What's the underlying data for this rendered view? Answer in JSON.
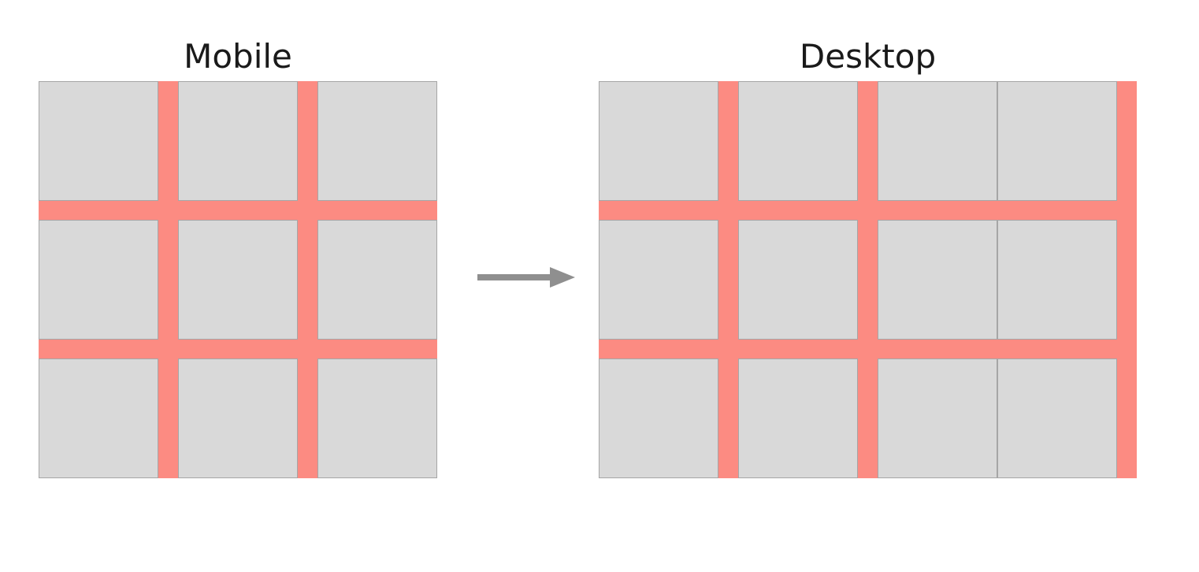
{
  "mobile": {
    "title": "Mobile",
    "columns": [
      "tile",
      "gutter",
      "tile",
      "gutter",
      "tile"
    ],
    "rows": [
      "tile",
      "gutter",
      "tile",
      "gutter",
      "tile"
    ]
  },
  "desktop": {
    "title": "Desktop",
    "columns": [
      "tile",
      "gutter",
      "tile",
      "gutter",
      "tile",
      "tile",
      "gutter"
    ],
    "rows": [
      "tile",
      "gutter",
      "tile",
      "gutter",
      "tile"
    ]
  },
  "arrow": {
    "direction": "right"
  },
  "colors": {
    "gutter": "#fc8b82",
    "tile_fill": "#d9d9d9",
    "tile_border": "#a6a6a6",
    "arrow": "#8f8f8f",
    "title_text": "#1a1a1a"
  }
}
